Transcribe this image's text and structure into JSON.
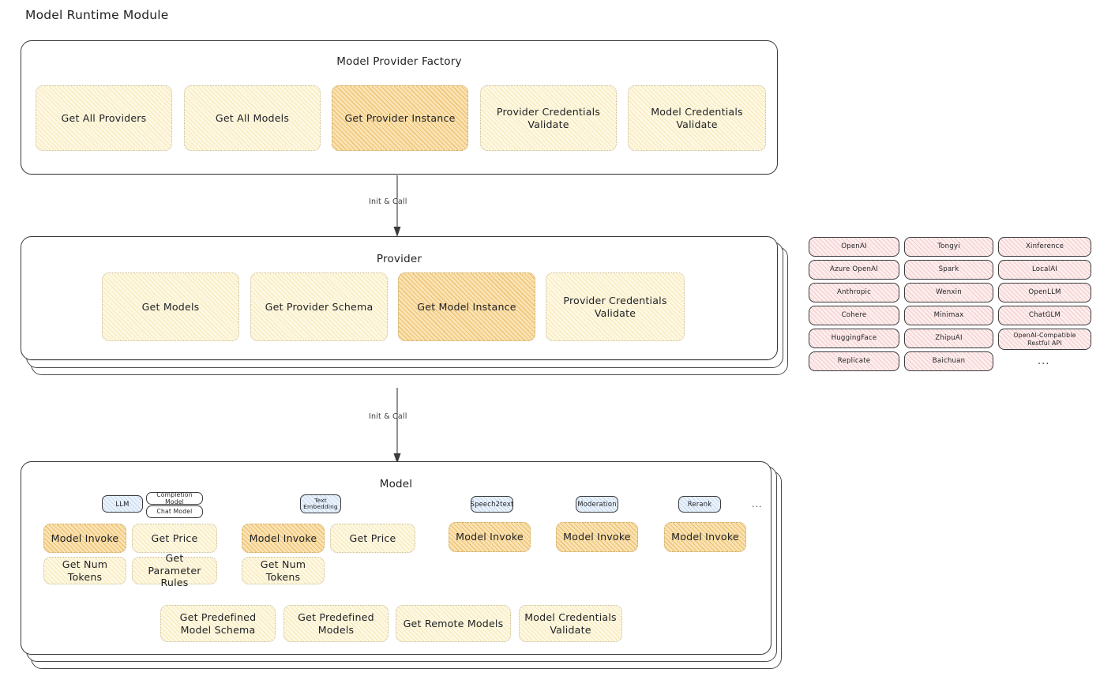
{
  "diagram": {
    "title": "Model Runtime Module",
    "arrow_label_1": "Init & Call",
    "arrow_label_2": "Init & Call",
    "colors": {
      "highlight_fill": "#fae3b4",
      "light_fill": "#fdf8e3",
      "provider_chip_fill": "#fdeeee",
      "model_badge_fill": "#eaf2fb",
      "stroke": "#3b3b3d"
    }
  },
  "factory": {
    "title": "Model Provider Factory",
    "nodes": [
      {
        "label": "Get All Providers",
        "highlight": false
      },
      {
        "label": "Get All Models",
        "highlight": false
      },
      {
        "label": "Get Provider Instance",
        "highlight": true
      },
      {
        "label": "Provider Credentials Validate",
        "highlight": false
      },
      {
        "label": "Model Credentials Validate",
        "highlight": false
      }
    ]
  },
  "provider": {
    "title": "Provider",
    "nodes": [
      {
        "label": "Get Models",
        "highlight": false
      },
      {
        "label": "Get Provider Schema",
        "highlight": false
      },
      {
        "label": "Get Model Instance",
        "highlight": true
      },
      {
        "label": "Provider Credentials Validate",
        "highlight": false
      }
    ]
  },
  "provider_list": {
    "ellipsis": "...",
    "columns": [
      [
        "OpenAI",
        "Azure OpenAI",
        "Anthropic",
        "Cohere",
        "HuggingFace",
        "Replicate"
      ],
      [
        "Tongyi",
        "Spark",
        "Wenxin",
        "Minimax",
        "ZhipuAI",
        "Baichuan"
      ],
      [
        "Xinference",
        "LocalAI",
        "OpenLLM",
        "ChatGLM",
        "OpenAI-Compatible Restful API"
      ]
    ]
  },
  "model": {
    "title": "Model",
    "ellipsis": "...",
    "types": [
      {
        "badge": "LLM",
        "sub_badges": [
          "Completion Model",
          "Chat Model"
        ],
        "methods": [
          {
            "label": "Model Invoke",
            "highlight": true
          },
          {
            "label": "Get Price",
            "highlight": false
          },
          {
            "label": "Get Num Tokens",
            "highlight": false
          },
          {
            "label": "Get Parameter Rules",
            "highlight": false
          }
        ]
      },
      {
        "badge": "Text Embedding",
        "sub_badges": [],
        "methods": [
          {
            "label": "Model Invoke",
            "highlight": true
          },
          {
            "label": "Get Price",
            "highlight": false
          },
          {
            "label": "Get Num Tokens",
            "highlight": false
          }
        ]
      },
      {
        "badge": "Speech2text",
        "sub_badges": [],
        "methods": [
          {
            "label": "Model Invoke",
            "highlight": true
          }
        ]
      },
      {
        "badge": "Moderation",
        "sub_badges": [],
        "methods": [
          {
            "label": "Model Invoke",
            "highlight": true
          }
        ]
      },
      {
        "badge": "Rerank",
        "sub_badges": [],
        "methods": [
          {
            "label": "Model Invoke",
            "highlight": true
          }
        ]
      }
    ],
    "common_methods": [
      "Get Predefined Model Schema",
      "Get Predefined Models",
      "Get Remote Models",
      "Model Credentials Validate"
    ]
  }
}
